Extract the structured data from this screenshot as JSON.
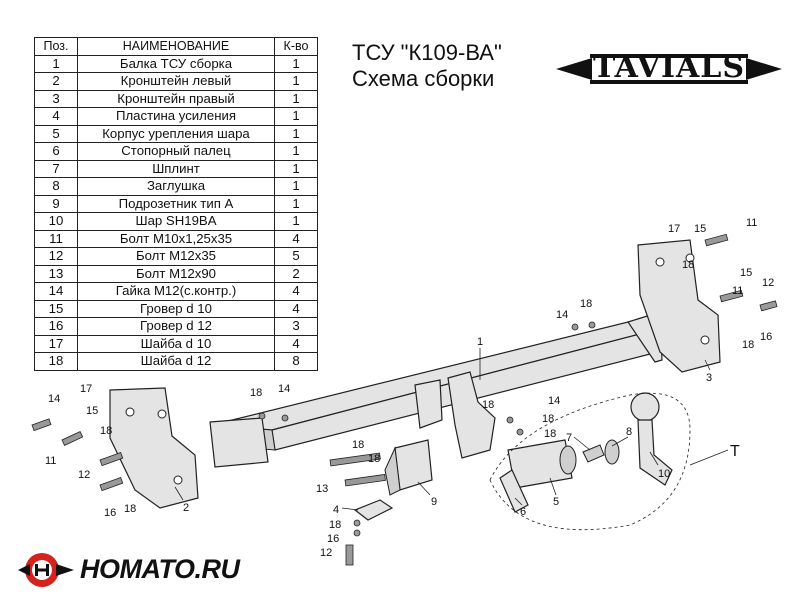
{
  "table": {
    "headers": {
      "pos": "Поз.",
      "name": "НАИМЕНОВАНИЕ",
      "qty": "К-во"
    },
    "rows": [
      {
        "pos": "1",
        "name": "Балка ТСУ сборка",
        "qty": "1"
      },
      {
        "pos": "2",
        "name": "Кронштейн левый",
        "qty": "1"
      },
      {
        "pos": "3",
        "name": "Кронштейн правый",
        "qty": "1"
      },
      {
        "pos": "4",
        "name": "Пластина усиления",
        "qty": "1"
      },
      {
        "pos": "5",
        "name": "Корпус урепления шара",
        "qty": "1"
      },
      {
        "pos": "6",
        "name": "Стопорный палец",
        "qty": "1"
      },
      {
        "pos": "7",
        "name": "Шплинт",
        "qty": "1"
      },
      {
        "pos": "8",
        "name": "Заглушка",
        "qty": "1"
      },
      {
        "pos": "9",
        "name": "Подрозетник тип А",
        "qty": "1"
      },
      {
        "pos": "10",
        "name": "Шар SH19BA",
        "qty": "1"
      },
      {
        "pos": "11",
        "name": "Болт М10х1,25х35",
        "qty": "4"
      },
      {
        "pos": "12",
        "name": "Болт М12х35",
        "qty": "5"
      },
      {
        "pos": "13",
        "name": "Болт М12х90",
        "qty": "2"
      },
      {
        "pos": "14",
        "name": "Гайка М12(с.контр.)",
        "qty": "4"
      },
      {
        "pos": "15",
        "name": "Гровер d 10",
        "qty": "4"
      },
      {
        "pos": "16",
        "name": "Гровер d 12",
        "qty": "3"
      },
      {
        "pos": "17",
        "name": "Шайба d 10",
        "qty": "4"
      },
      {
        "pos": "18",
        "name": "Шайба d 12",
        "qty": "8"
      }
    ]
  },
  "title": {
    "line1": "ТСУ  \"К109-ВА\"",
    "line2": "Схема сборки"
  },
  "brand": {
    "name": "TAVIALS"
  },
  "site": {
    "name": "HOMATO.RU"
  },
  "callouts": {
    "c1": "1",
    "c2": "2",
    "c3": "3",
    "c4": "4",
    "c5": "5",
    "c6": "6",
    "c7": "7",
    "c8": "8",
    "c9": "9",
    "c10": "10",
    "cT": "T"
  },
  "colors": {
    "line": "#222222",
    "part_fill": "#e4e4e4",
    "logo_red": "#d2231f"
  }
}
